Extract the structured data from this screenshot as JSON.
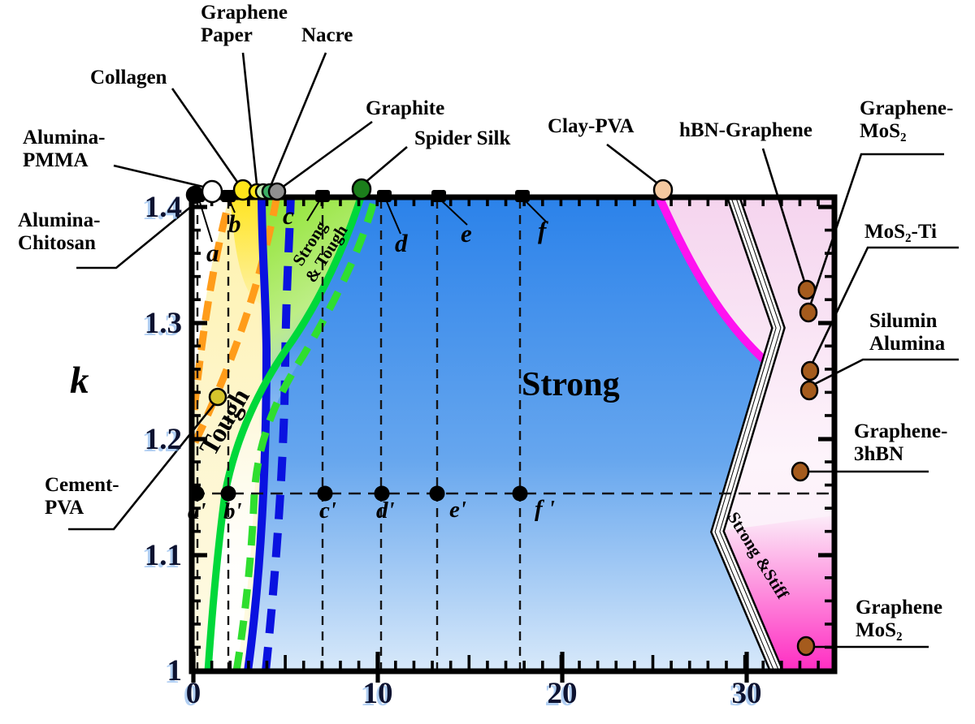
{
  "axes": {
    "y_label": "k",
    "y_tick_labels": [
      "1.4",
      "1.3",
      "1.2",
      "1.1",
      "1"
    ],
    "x_tick_labels": [
      "0",
      "10",
      "20",
      "30"
    ]
  },
  "region_labels": {
    "tough": "Tough",
    "strong_tough_line1": "Strong",
    "strong_tough_line2": "& Tough",
    "strong": "Strong",
    "strong_stiff": "Strong &Stiff"
  },
  "point_labels_top": [
    "a",
    "b",
    "c",
    "d",
    "e",
    "f"
  ],
  "point_labels_inner": [
    "a'",
    "b'",
    "c'",
    "d'",
    "e'",
    "f '"
  ],
  "material_labels": {
    "graphene_paper": {
      "line1": "Graphene",
      "line2": "Paper"
    },
    "nacre": {
      "line1": "Nacre"
    },
    "collagen": {
      "line1": "Collagen"
    },
    "graphite": {
      "line1": "Graphite"
    },
    "alumina_pmma": {
      "line1": "Alumina-",
      "line2": "PMMA"
    },
    "spider_silk": {
      "line1": "Spider Silk"
    },
    "clay_pva": {
      "line1": "Clay-PVA"
    },
    "hbn_graphene": {
      "line1": "hBN-Graphene"
    },
    "graphene_mos2": {
      "line1": "Graphene-",
      "line2": "MoS₂"
    },
    "alumina_chitosan": {
      "line1": "Alumina-",
      "line2": "Chitosan"
    },
    "mos2_ti": {
      "line1": "MoS₂-Ti"
    },
    "silumin_alumina": {
      "line1": "Silumin",
      "line2": "Alumina"
    },
    "cement_pva": {
      "line1": "Cement-",
      "line2": "PVA"
    },
    "graphene_3hbn": {
      "line1": "Graphene-",
      "line2": "3hBN"
    },
    "graphene_mos2_b": {
      "line1": "Graphene",
      "line2": "MoS₂"
    }
  },
  "colors": {
    "strong_region_blue_top": "#2b82ea",
    "strong_region_blue_bottom": "#d8e9fa",
    "tough_region_cream": "#fff2ac",
    "bright_yellow_band": "#ffe524",
    "strong_tough_lime": "#8fe431",
    "light_pink_region": "#f5d4ee",
    "hot_pink_region": "#ff2cc2",
    "magenta_boundary": "#ff12f0",
    "orange_dashed_curves": "#ff9c1a",
    "blue_boundary_lines": "#0a12e0",
    "green_boundary_lines": "#00d83a",
    "clay_pva_dot": "#f4c9a0",
    "brown_dots": "#a55b1d",
    "collagen_dot": "#ffe61a",
    "cement_pva_dot": "#d6c52c",
    "spider_silk_dot": "#1b7e1b",
    "graphite_dot": "#8f8f8f",
    "alumina_pmma_dot": "#ffffff",
    "alumina_chitosan_dot": "#000000"
  },
  "chart_data": {
    "type": "scatter",
    "title": "",
    "xlabel": "",
    "ylabel": "k",
    "xlim": [
      0,
      35
    ],
    "ylim": [
      1.0,
      1.415
    ],
    "x_ticks": [
      0,
      10,
      20,
      30
    ],
    "y_ticks": [
      1.0,
      1.1,
      1.2,
      1.3,
      1.4
    ],
    "grid": false,
    "regions": [
      "Tough",
      "Strong & Tough",
      "Strong",
      "Strong &Stiff"
    ],
    "materials": [
      {
        "name": "Alumina-Chitosan",
        "x": 0.1,
        "k": 1.41,
        "dot": "black"
      },
      {
        "name": "Alumina-PMMA",
        "x": 1.0,
        "k": 1.41,
        "dot": "white"
      },
      {
        "name": "Collagen",
        "x": 2.7,
        "k": 1.41,
        "dot": "yellow"
      },
      {
        "name": "Graphene Paper",
        "x": 3.5,
        "k": 1.41,
        "dot": "yellow"
      },
      {
        "name": "Nacre",
        "x": 4.0,
        "k": 1.41,
        "dot": "green"
      },
      {
        "name": "Graphite",
        "x": 4.5,
        "k": 1.41,
        "dot": "gray"
      },
      {
        "name": "Spider Silk",
        "x": 9.1,
        "k": 1.41,
        "dot": "dark-green"
      },
      {
        "name": "Clay-PVA",
        "x": 25.5,
        "k": 1.41,
        "dot": "peach"
      },
      {
        "name": "hBN-Graphene",
        "x": 33.3,
        "k": 1.325,
        "dot": "brown"
      },
      {
        "name": "Graphene-MoS₂",
        "x": 33.4,
        "k": 1.305,
        "dot": "brown"
      },
      {
        "name": "MoS₂-Ti",
        "x": 33.5,
        "k": 1.255,
        "dot": "brown"
      },
      {
        "name": "Silumin Alumina",
        "x": 33.4,
        "k": 1.24,
        "dot": "brown"
      },
      {
        "name": "Graphene-3hBN",
        "x": 32.9,
        "k": 1.17,
        "dot": "brown"
      },
      {
        "name": "Graphene MoS₂",
        "x": 33.2,
        "k": 1.02,
        "dot": "brown"
      },
      {
        "name": "Cement-PVA",
        "x": 1.3,
        "k": 1.24,
        "dot": "olive-yellow"
      }
    ],
    "reference_points_top_k": 1.41,
    "reference_points_top": [
      {
        "label": "a",
        "x": 0.2
      },
      {
        "label": "b",
        "x": 1.9
      },
      {
        "label": "c",
        "x": 7.0
      },
      {
        "label": "d",
        "x": 10.4
      },
      {
        "label": "e",
        "x": 13.3
      },
      {
        "label": "f",
        "x": 17.9
      }
    ],
    "reference_points_inner_k": 1.155,
    "reference_points_inner": [
      {
        "label": "a'",
        "x": 0.2
      },
      {
        "label": "b'",
        "x": 1.9
      },
      {
        "label": "c'",
        "x": 7.2
      },
      {
        "label": "d'",
        "x": 10.2
      },
      {
        "label": "e'",
        "x": 13.2
      },
      {
        "label": "f '",
        "x": 17.7
      }
    ],
    "boundary_curves": [
      {
        "style": "orange dashed",
        "from": [
          0.1,
          1.255
        ],
        "to": [
          2.2,
          1.41
        ]
      },
      {
        "style": "orange dashed",
        "from": [
          0.1,
          1.225
        ],
        "to": [
          4.5,
          1.41
        ]
      },
      {
        "style": "green solid",
        "from": [
          0.8,
          1.0
        ],
        "to": [
          9.1,
          1.41
        ]
      },
      {
        "style": "green dashed",
        "from": [
          2.4,
          1.0
        ],
        "to": [
          9.9,
          1.41
        ]
      },
      {
        "style": "blue solid",
        "from": [
          3.0,
          1.0
        ],
        "to": [
          5.2,
          1.41
        ]
      },
      {
        "style": "blue dashed",
        "from": [
          4.0,
          1.0
        ],
        "to": [
          5.4,
          1.41
        ]
      },
      {
        "style": "magenta solid",
        "from": [
          25.3,
          1.41
        ],
        "to": [
          31.0,
          1.27
        ]
      },
      {
        "style": "white double-line band (zigzag)",
        "vertices_x_k": [
          [
            29.3,
            1.41
          ],
          [
            31.8,
            1.295
          ],
          [
            28.5,
            1.12
          ],
          [
            31.8,
            1.0
          ]
        ]
      }
    ]
  }
}
